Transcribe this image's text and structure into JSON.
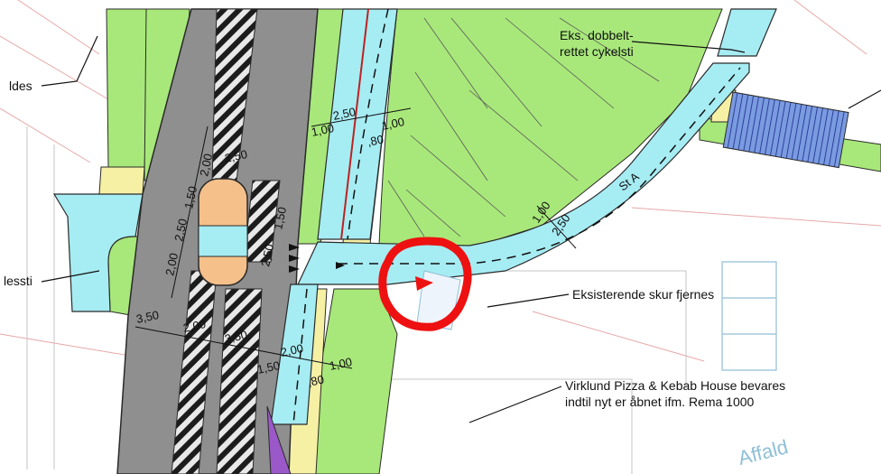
{
  "labels": {
    "top_left": "ldes",
    "left": "lessti",
    "cycle_path_line1": "Eks. dobbelt-",
    "cycle_path_line2": "rettet cykelsti",
    "shed": "Eksisterende skur fjernes",
    "pizza_line1": "Virklund Pizza & Kebab House bevares",
    "pizza_line2": "indtil nyt er åbnet ifm. Rema 1000",
    "affald": "Affald",
    "road_name": "St A"
  },
  "dimensions": {
    "d250_top": "2,50",
    "d100_top_left": "1,00",
    "d100_top_right": "1,00",
    "d080_top": ",80",
    "d200_median_left": "2,00",
    "d150_median_left": "1,50",
    "d250_median_left": "2,50",
    "d200_median_left_lower": "2,00",
    "d250_island": "2,50",
    "d150_right": "1,50",
    "d250_right": "2,50",
    "d350_left": "3,50",
    "d200_bottom_center": "2,00",
    "d350_bottom": "3,50",
    "d200_bottom": "2,00",
    "d150_bottom": "1,50",
    "d100_bottom": "1,00",
    "d080_bottom": ",80",
    "d100_curve": "1,00",
    "d250_curve": "2,50"
  },
  "colors": {
    "grass": "#a8e87a",
    "bike": "#a6ecf3",
    "road": "#8f8f8f",
    "sidewalk": "#f6f0a4",
    "island": "#f5c08a",
    "marker": "#ee1111",
    "purple": "#9a58c8",
    "parking": "#7a9be0"
  }
}
